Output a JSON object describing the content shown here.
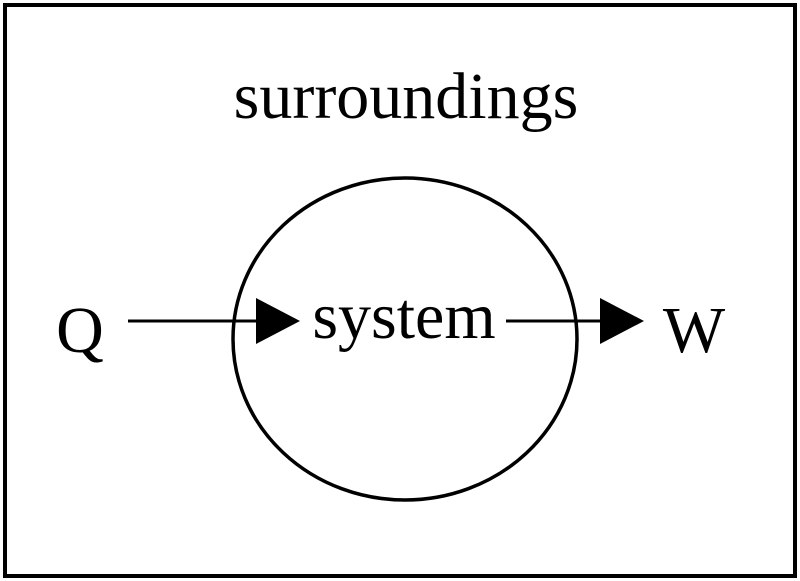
{
  "diagram": {
    "surroundings_label": "surroundings",
    "system_label": "system",
    "input_label": "Q",
    "output_label": "W",
    "colors": {
      "stroke": "#000000",
      "background": "#ffffff"
    }
  }
}
